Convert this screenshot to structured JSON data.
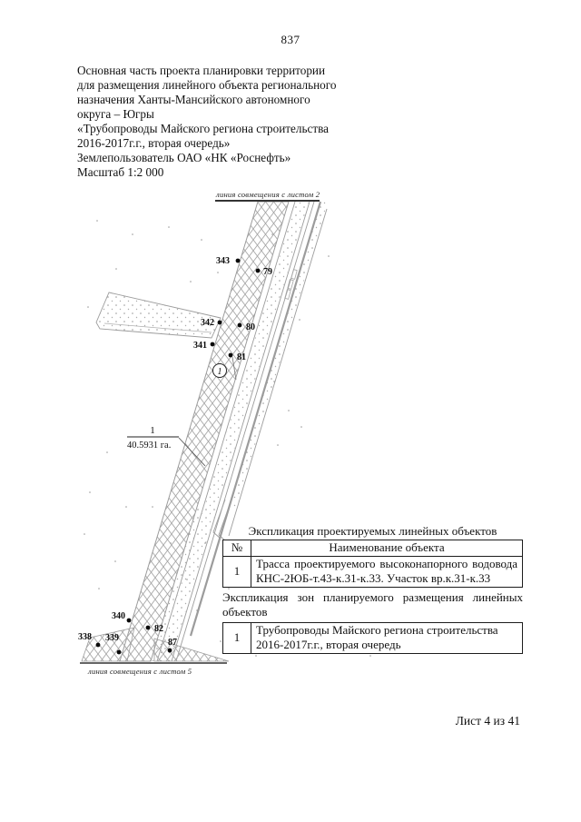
{
  "page": {
    "number": "837",
    "footer": "Лист 4 из 41"
  },
  "header": {
    "lines": [
      "Основная часть проекта планировки территории",
      "для размещения линейного объекта регионального",
      "назначения Ханты-Мансийского автономного",
      "округа – Югры",
      "«Трубопроводы Майского региона строительства",
      "2016-2017г.г., вторая очередь»",
      "Землепользователь ОАО «НК «Роснефть»",
      "Масштаб 1:2 000"
    ]
  },
  "map": {
    "match_line_top": "линия совмещения с листом 2",
    "match_line_bottom": "линия совмещения с листом  5",
    "area_ref_number": "1",
    "area_value": "40.5931 га.",
    "zone_marker": "1",
    "points": [
      {
        "label": "343"
      },
      {
        "label": "79"
      },
      {
        "label": "342"
      },
      {
        "label": "80"
      },
      {
        "label": "341"
      },
      {
        "label": "81"
      },
      {
        "label": "340"
      },
      {
        "label": "82"
      },
      {
        "label": "338"
      },
      {
        "label": "339"
      },
      {
        "label": "87"
      }
    ]
  },
  "tables": {
    "linear_objects": {
      "title": "Экспликация проектируемых линейных объектов",
      "col_num": "№",
      "col_name": "Наименование объекта",
      "rows": [
        {
          "num": "1",
          "name": "Трасса проектируемого высоконапорного водовода КНС-2ЮБ-т.43-к.31-к.33. Участок вр.к.31-к.33"
        }
      ]
    },
    "zones_caption_lines": [
      "Экспликация зон планируемого размещения линейных",
      "объектов"
    ],
    "zones": {
      "rows": [
        {
          "num": "1",
          "name": "Трубопроводы Майского региона строительства 2016-2017г.г., вторая очередь"
        }
      ]
    }
  }
}
